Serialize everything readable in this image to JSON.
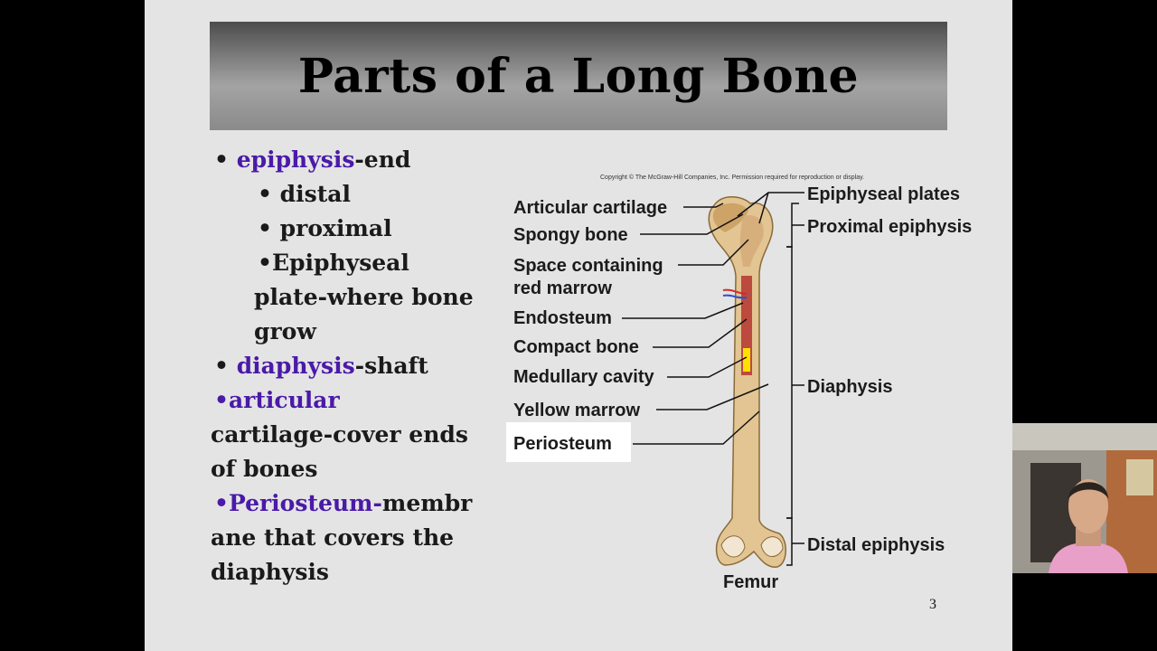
{
  "slide": {
    "title": "Parts of a Long Bone",
    "page_number": "3",
    "bullets": {
      "b1_marker": "• ",
      "b1_kw": "epiphysis",
      "b1_rest": "-end",
      "b2": "• distal",
      "b3": "• proximal",
      "b4": "•Epiphyseal",
      "b5": "plate-where bone",
      "b6": "grow",
      "b7_marker": "• ",
      "b7_kw": "diaphysis",
      "b7_rest": "-shaft",
      "b8_kw": "•articular",
      "b9": "cartilage-cover ends",
      "b10": "of bones",
      "b11_kw": "•Periosteum-",
      "b11_rest": "membr",
      "b12": "ane that covers the",
      "b13": "diaphysis"
    }
  },
  "diagram": {
    "copyright": "Copyright © The McGraw-Hill Companies, Inc. Permission required for reproduction or display.",
    "left_labels": {
      "articular_cartilage": "Articular cartilage",
      "spongy_bone": "Spongy bone",
      "space_line1": "Space containing",
      "space_line2": "red marrow",
      "endosteum": "Endosteum",
      "compact_bone": "Compact bone",
      "medullary_cavity": "Medullary cavity",
      "yellow_marrow": "Yellow marrow",
      "periosteum": "Periosteum"
    },
    "right_labels": {
      "epiphyseal_plates": "Epiphyseal plates",
      "proximal_epiphysis": "Proximal epiphysis",
      "diaphysis": "Diaphysis",
      "distal_epiphysis": "Distal epiphysis"
    },
    "caption": "Femur"
  },
  "colors": {
    "keyword": "#4a1aa8",
    "bone": "#e2c592",
    "yellow_marrow": "#ffe100",
    "artery": "#d42a2a",
    "vein": "#2a4fd4"
  }
}
